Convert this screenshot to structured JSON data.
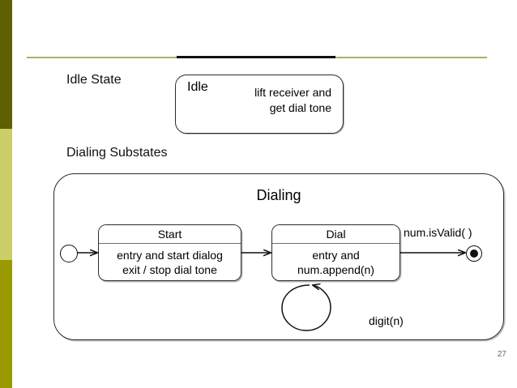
{
  "slide": {
    "page_number": "27",
    "rule_color": "#b3b34a",
    "accent_color": "#111111",
    "sidebar_colors": [
      "#5f5f03",
      "#cbce68",
      "#9a9a00"
    ]
  },
  "sections": {
    "idle_caption": "Idle State",
    "dialing_caption": "Dialing Substates"
  },
  "idle_state": {
    "name": "Idle",
    "body_line_1": "lift receiver and",
    "body_line_2": "get dial tone"
  },
  "dialing": {
    "title": "Dialing",
    "states": [
      {
        "name": "Start",
        "body_line_1": "entry and start dialog",
        "body_line_2": "exit / stop dial tone"
      },
      {
        "name": "Dial",
        "body_line_1": "entry and",
        "body_line_2": "num.append(n)"
      }
    ],
    "transitions": [
      {
        "label": "num.isValid( )"
      },
      {
        "label": "digit(n)"
      }
    ],
    "pseudo_states": {
      "initial": "initial-state",
      "final": "final-state"
    }
  }
}
